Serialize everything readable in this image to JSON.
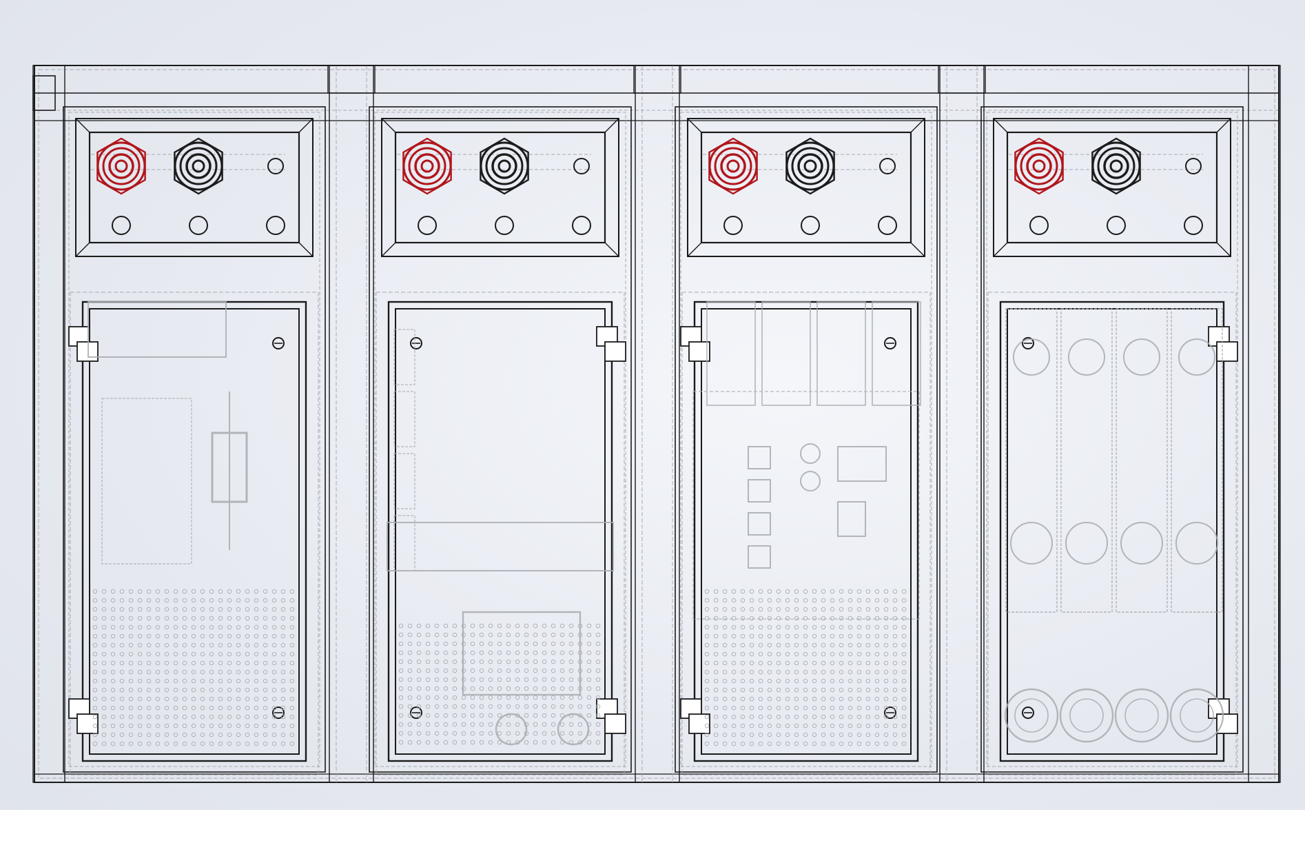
{
  "view": {
    "background": "#e6e9f0",
    "line_color": "#1a1a1a",
    "hidden_line_color": "#a8abb0",
    "connector_colors": {
      "positive": "#b0161c",
      "negative": "#1c1c1c"
    }
  },
  "modules": [
    {
      "index": 1,
      "icon": "transformer-board-icon",
      "connectors": [
        "red-terminal",
        "black-terminal"
      ],
      "hinge_side": "left"
    },
    {
      "index": 2,
      "icon": "relay-board-icon",
      "connectors": [
        "red-terminal",
        "black-terminal"
      ],
      "hinge_side": "right"
    },
    {
      "index": 3,
      "icon": "ic-board-icon",
      "connectors": [
        "red-terminal",
        "black-terminal"
      ],
      "hinge_side": "left"
    },
    {
      "index": 4,
      "icon": "four-channel-board-icon",
      "connectors": [
        "red-terminal",
        "black-terminal"
      ],
      "hinge_side": "right"
    }
  ]
}
